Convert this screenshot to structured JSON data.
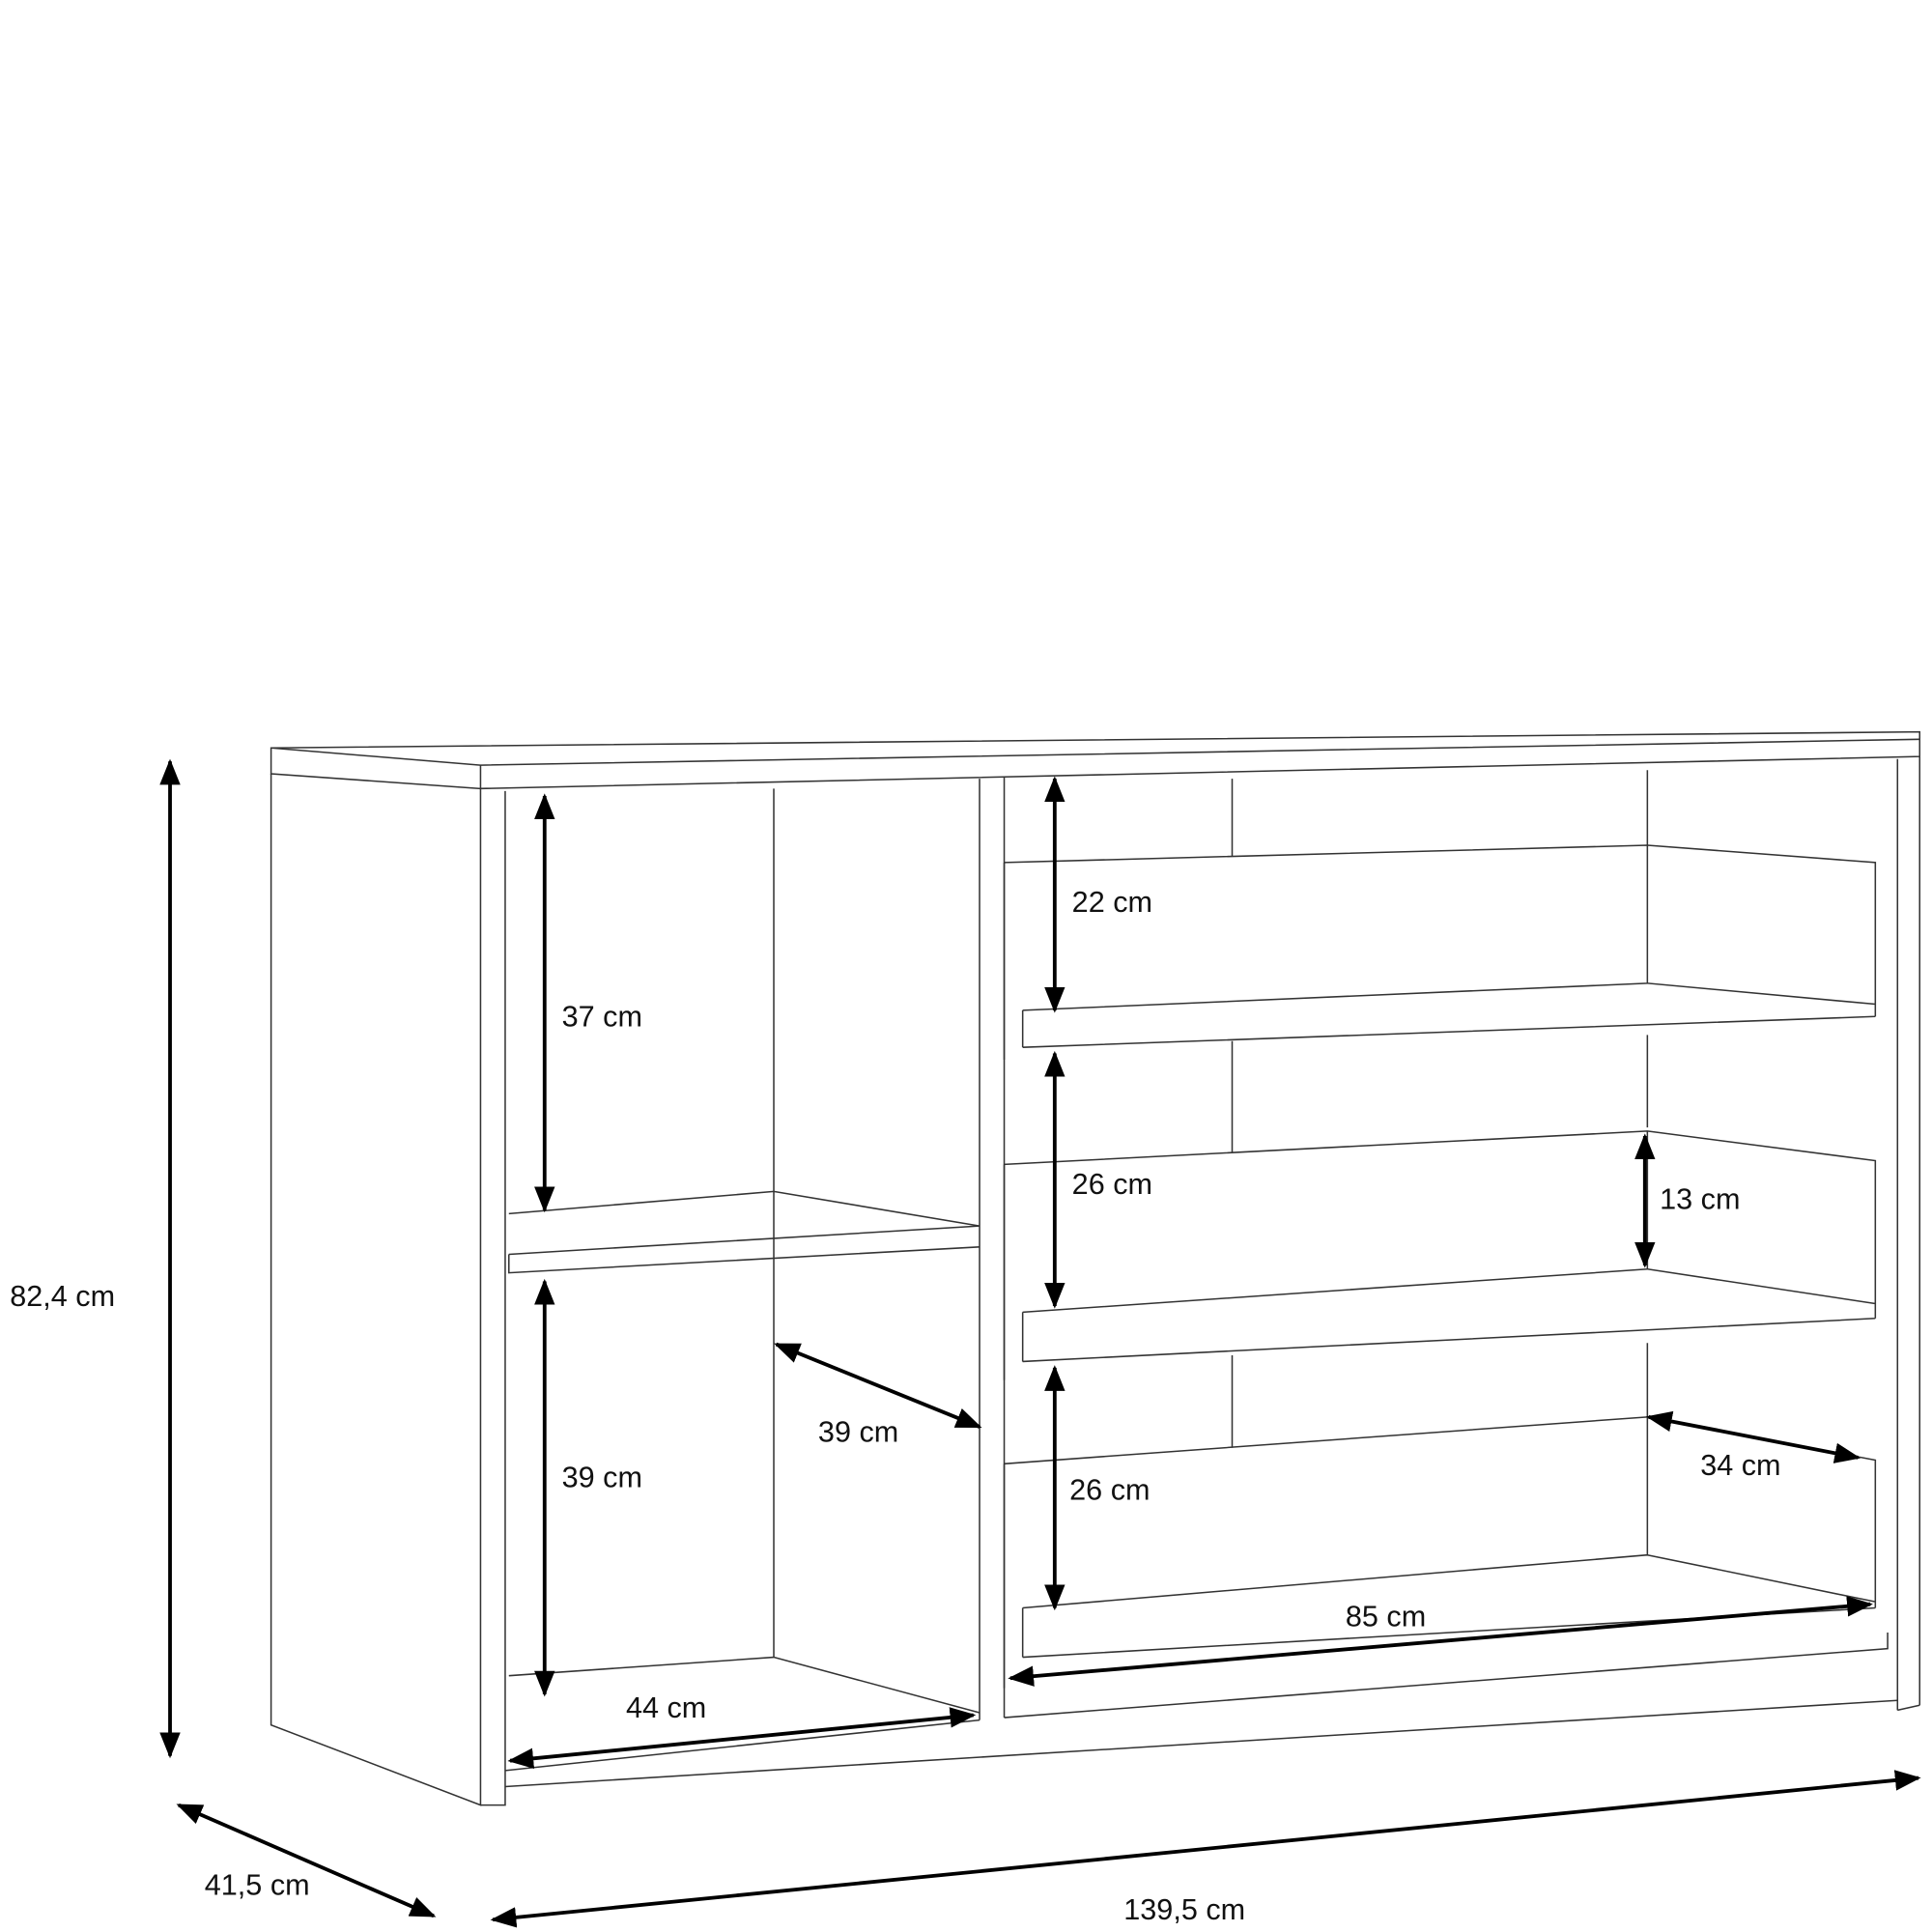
{
  "title": "Sideboard dimensions drawing",
  "dimensions": {
    "height": "82,4 cm",
    "depth": "41,5 cm",
    "width": "139,5 cm",
    "upper_shelf_height": "37 cm",
    "lower_shelf_height": "39 cm",
    "shelf_depth": "39 cm",
    "shelf_width": "44 cm",
    "drawer1_height": "22 cm",
    "drawer2_height": "26 cm",
    "drawer3_height": "26 cm",
    "drawer_inner_height": "13 cm",
    "drawer_depth": "34 cm",
    "drawer_width": "85 cm"
  }
}
